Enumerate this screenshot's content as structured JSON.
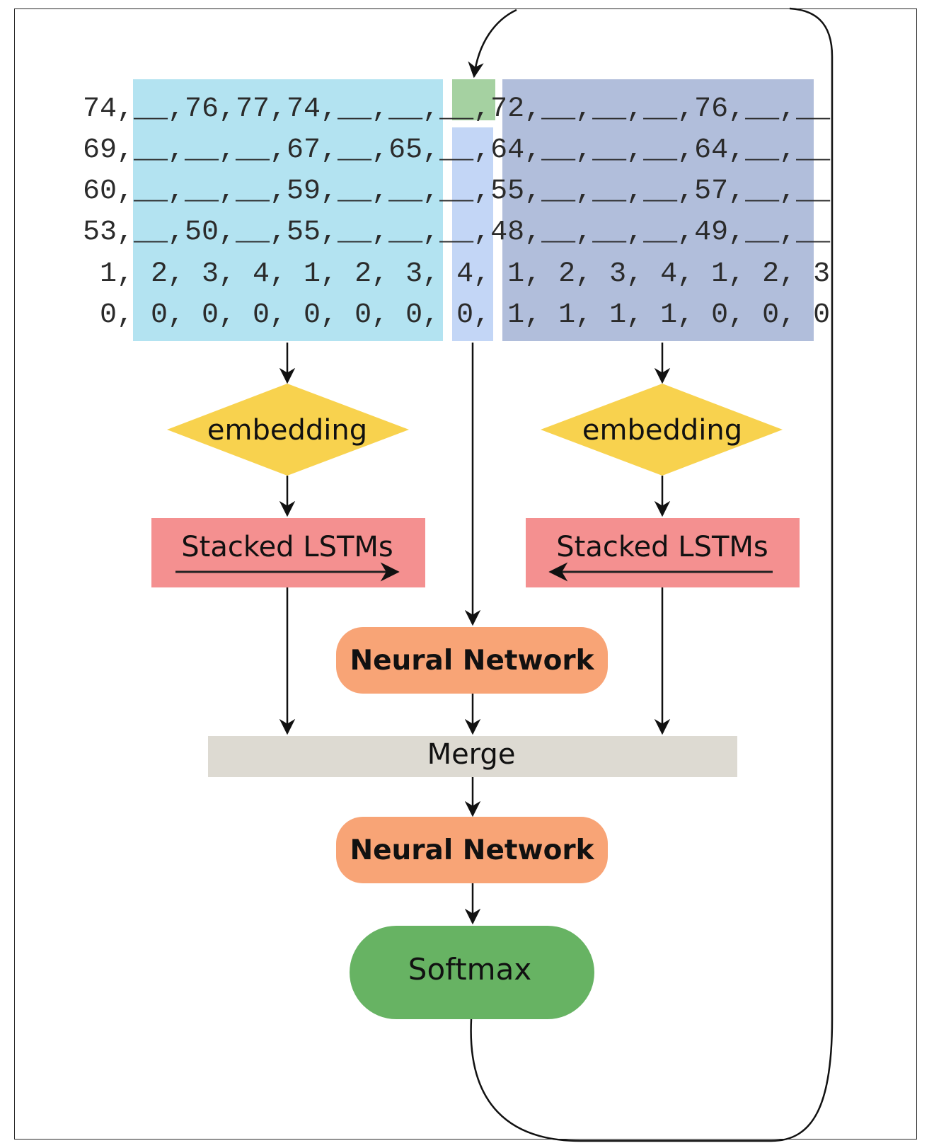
{
  "grid": {
    "rows": [
      [
        "74",
        "__",
        "76",
        "77",
        "74",
        "__",
        "__",
        "__",
        "72",
        "__",
        "__",
        "__",
        "76",
        "__",
        "__"
      ],
      [
        "69",
        "__",
        "__",
        "__",
        "67",
        "__",
        "65",
        "__",
        "64",
        "__",
        "__",
        "__",
        "64",
        "__",
        "__"
      ],
      [
        "60",
        "__",
        "__",
        "__",
        "59",
        "__",
        "__",
        "__",
        "55",
        "__",
        "__",
        "__",
        "57",
        "__",
        "__"
      ],
      [
        "53",
        "__",
        "50",
        "__",
        "55",
        "__",
        "__",
        "__",
        "48",
        "__",
        "__",
        "__",
        "49",
        "__",
        "__"
      ],
      [
        "1",
        "2",
        "3",
        "4",
        "1",
        "2",
        "3",
        "4",
        "1",
        "2",
        "3",
        "4",
        "1",
        "2",
        "3"
      ],
      [
        "0",
        "0",
        "0",
        "0",
        "0",
        "0",
        "0",
        "0",
        "1",
        "1",
        "1",
        "1",
        "0",
        "0",
        "0"
      ]
    ]
  },
  "nodes": {
    "embedding_left": "embedding",
    "embedding_right": "embedding",
    "lstm_left": "Stacked LSTMs",
    "lstm_right": "Stacked LSTMs",
    "nn_top": "Neural Network",
    "merge": "Merge",
    "nn_bottom": "Neural Network",
    "softmax": "Softmax"
  },
  "colors": {
    "left_context": "#b3e3f1",
    "right_context": "#b1bedb",
    "target_note": "#a5d1a1",
    "target_column": "#c3d6f6",
    "embedding": "#f8d24e",
    "lstm": "#f49090",
    "neural_network": "#f8a476",
    "merge": "#dddad2",
    "softmax": "#67b363",
    "edge": "#111111"
  }
}
